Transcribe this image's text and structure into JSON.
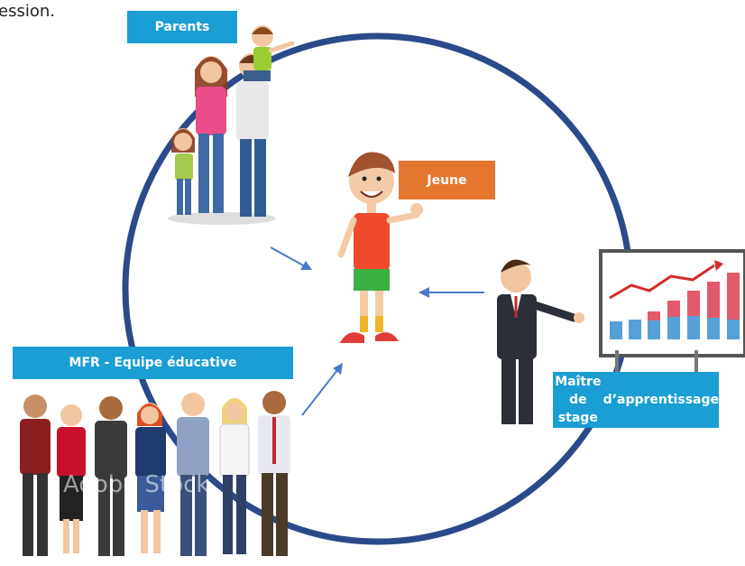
{
  "top_text": "ession.",
  "labels": {
    "parents": "Parents",
    "jeune": "Jeune",
    "mfr": "MFR - Equipe éducative",
    "maitre_line1": "Maître de stage",
    "maitre_line2": "d’apprentissage"
  },
  "watermark": "Adobe Stock",
  "colors": {
    "circle": "#2b4a8b",
    "label_blue": "#1a9ed4",
    "label_orange": "#e4762f",
    "arrow": "#4a7ac8"
  }
}
